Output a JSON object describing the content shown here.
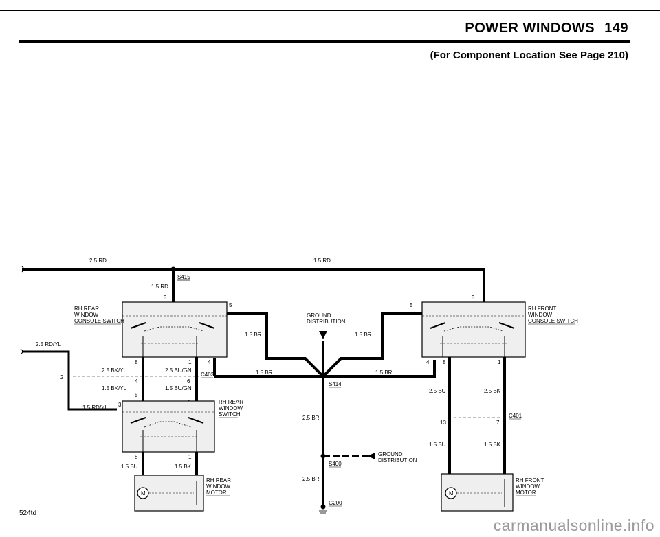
{
  "page": {
    "title": "POWER WINDOWS",
    "page_number": "149",
    "subtitle": "(For Component Location See Page 210)",
    "figure_code": "524td",
    "watermark": "carmanualsonline.info"
  },
  "diagram": {
    "wires": {
      "feed_left": "2.5 RD",
      "feed_right": "1.5 RD",
      "splice_feed": "1.5 RD",
      "left_feed": "2.5 RD/YL",
      "left_feed_2": "1.5 RD/YL",
      "bk_yl_upper": "2.5 BK/YL",
      "bk_yl_lower": "1.5 BK/YL",
      "bu_gn_upper": "2.5 BU/GN",
      "bu_gn_lower": "1.5 BU/GN",
      "br_left_vert": "1.5 BR",
      "br_right_vert": "1.5 BR",
      "br_left_h": "1.5 BR",
      "br_right_h": "1.5 BR",
      "br_trunk_upper": "2.5 BR",
      "br_trunk_lower": "2.5 BR",
      "rear_motor_bu": "1.5 BU",
      "rear_motor_bk": "1.5 BK",
      "front_bu_upper": "2.5 BU",
      "front_bk_upper": "2.5 BK",
      "front_bu_lower": "1.5 BU",
      "front_bk_lower": "1.5 BK"
    },
    "splices": {
      "s415": "S415",
      "s414": "S414",
      "s400": "S400",
      "g200": "G200"
    },
    "connectors": {
      "c403": "C403",
      "c401": "C401"
    },
    "components": {
      "rh_rear_console_switch": [
        "RH REAR",
        "WINDOW",
        "CONSOLE SWITCH"
      ],
      "rh_front_console_switch": [
        "RH FRONT",
        "WINDOW",
        "CONSOLE SWITCH"
      ],
      "rh_rear_window_switch": [
        "RH REAR",
        "WINDOW",
        "SWITCH"
      ],
      "rh_rear_window_motor": [
        "RH REAR",
        "WINDOW",
        "MOTOR"
      ],
      "rh_front_window_motor": [
        "RH FRONT",
        "WINDOW",
        "MOTOR"
      ],
      "ground_distribution_top": [
        "GROUND",
        "DISTRIBUTION"
      ],
      "ground_distribution_bottom": [
        "GROUND",
        "DISTRIBUTION"
      ],
      "motor_symbol": "M"
    },
    "pins": {
      "rear_console_in": "3",
      "rear_console_right": "5",
      "rear_console_b8": "8",
      "rear_console_b1": "1",
      "rear_console_b4": "4",
      "c403_left": "2",
      "c403_a": "4",
      "c403_b": "6",
      "c403_c": "5",
      "c403_d": "4",
      "rear_switch_in": "3",
      "rear_switch_b8": "8",
      "rear_switch_b1": "1",
      "front_console_in": "3",
      "front_console_left": "5",
      "front_console_b4": "4",
      "front_console_b8": "8",
      "front_console_b1": "1",
      "c401_left": "13",
      "c401_right": "7"
    }
  }
}
